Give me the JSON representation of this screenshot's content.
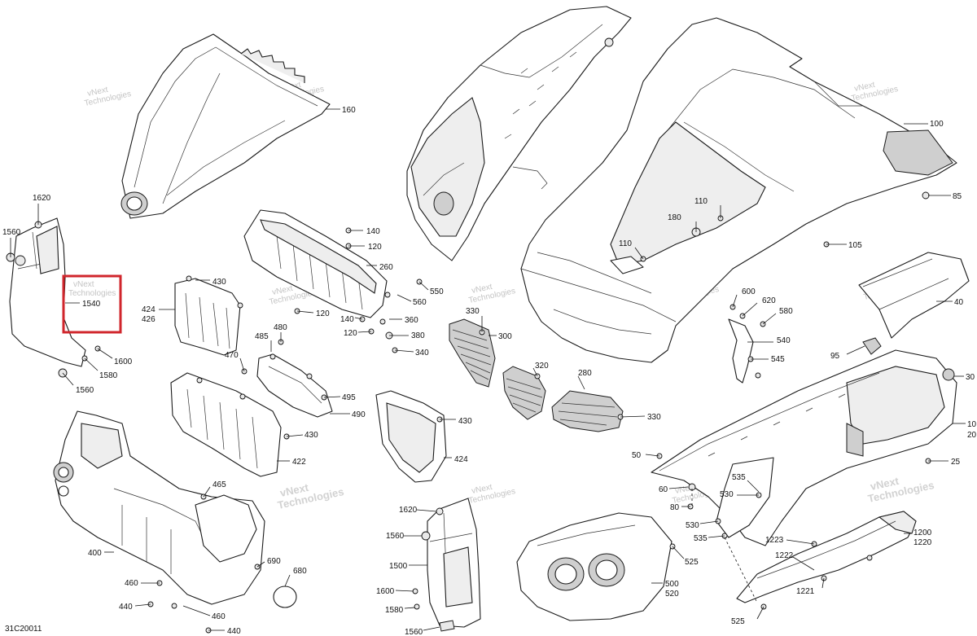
{
  "diagram_code": "31C20011",
  "watermark": {
    "line1": "vNext",
    "line2": "Technologies"
  },
  "highlight_callout": "1540",
  "callouts": [
    "160",
    "100",
    "85",
    "110",
    "180",
    "110",
    "105",
    "1620",
    "1560",
    "140",
    "120",
    "260",
    "550",
    "560",
    "360",
    "380",
    "340",
    "120",
    "140",
    "120",
    "430",
    "424",
    "426",
    "330",
    "300",
    "600",
    "620",
    "580",
    "540",
    "545",
    "40",
    "95",
    "30",
    "10",
    "20",
    "480",
    "485",
    "470",
    "495",
    "490",
    "1600",
    "1580",
    "1560",
    "430",
    "422",
    "320",
    "280",
    "330",
    "430",
    "424",
    "50",
    "25",
    "535",
    "530",
    "60",
    "80",
    "465",
    "690",
    "680",
    "400",
    "460",
    "440",
    "460",
    "440",
    "1620",
    "1560",
    "1500",
    "1600",
    "1580",
    "1560",
    "500",
    "520",
    "525",
    "530",
    "535",
    "1223",
    "1222",
    "1221",
    "1200",
    "1220",
    "525"
  ]
}
